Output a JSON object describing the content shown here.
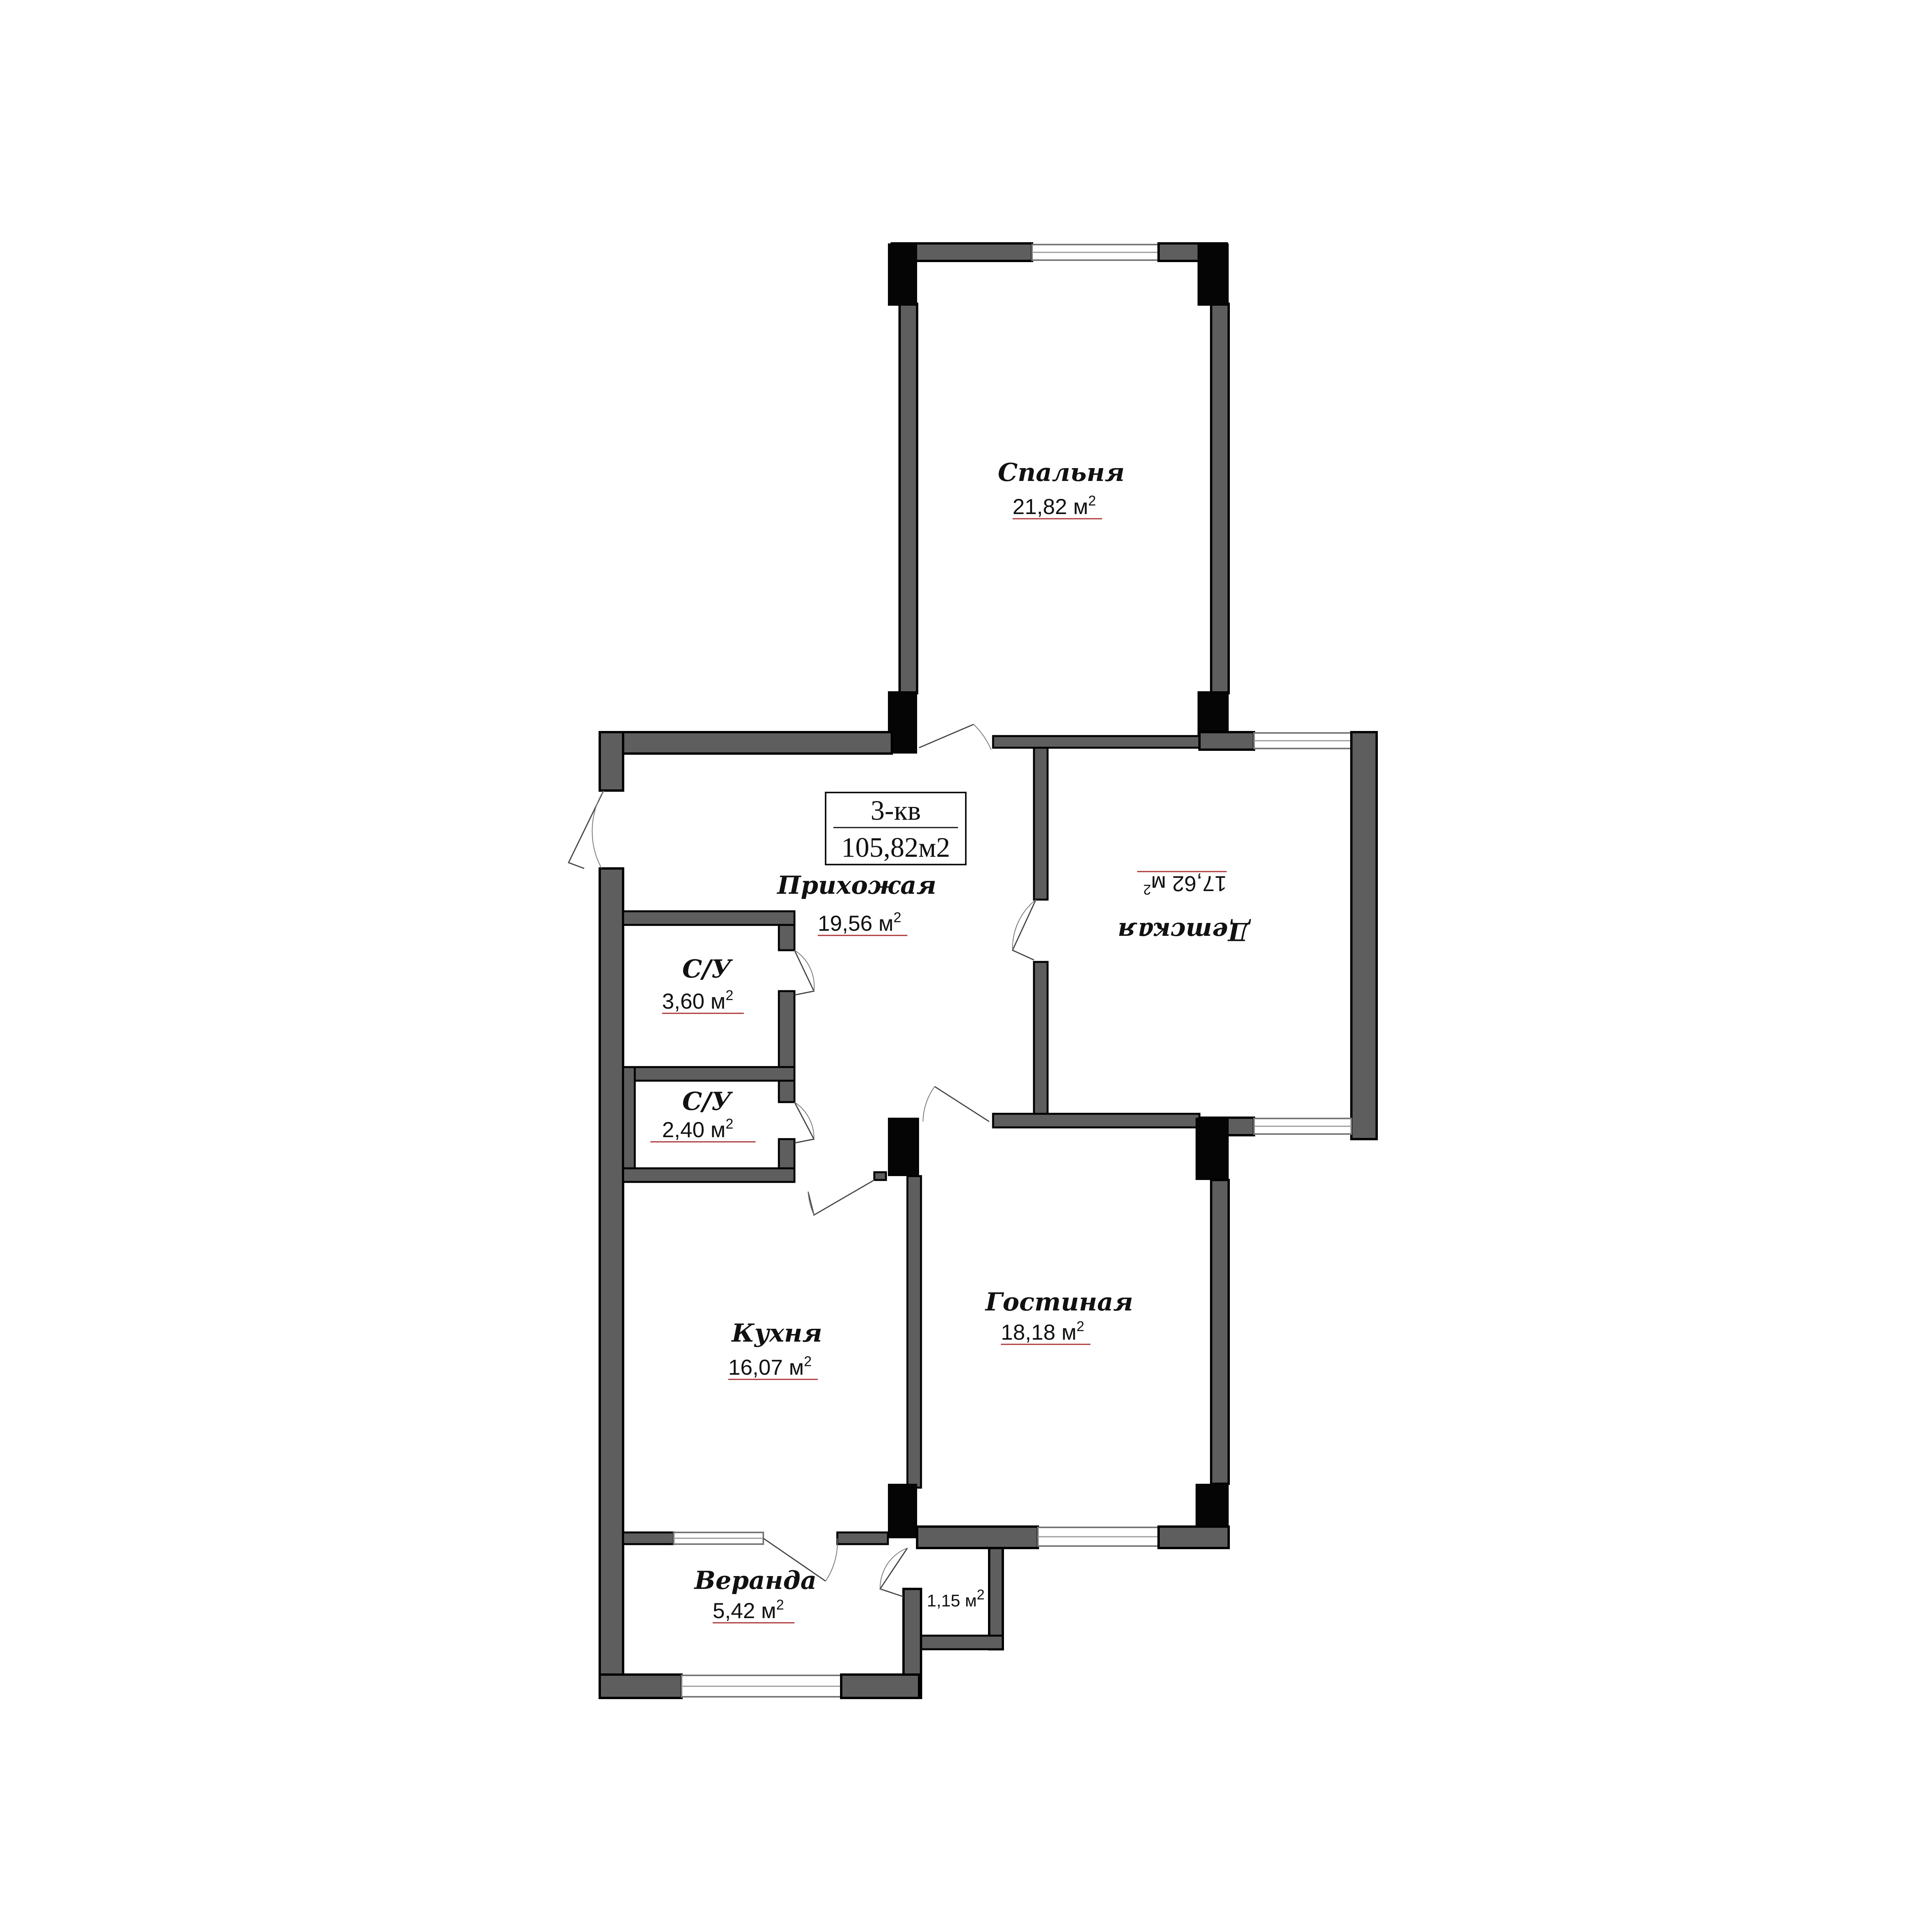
{
  "apartment": {
    "label": "3-кв",
    "area": "105,82м2"
  },
  "rooms": [
    {
      "id": "bedroom",
      "name": "Спальня",
      "area": "21,82 м",
      "sup": "2"
    },
    {
      "id": "hallway",
      "name": "Прихожая",
      "area": "19,56 м",
      "sup": "2"
    },
    {
      "id": "kids",
      "name": "Детская",
      "area": "17,62 м",
      "sup": "2"
    },
    {
      "id": "wc1",
      "name": "С/У",
      "area": "3,60 м",
      "sup": "2"
    },
    {
      "id": "wc2",
      "name": "С/У",
      "area": "2,40 м",
      "sup": "2"
    },
    {
      "id": "kitchen",
      "name": "Кухня",
      "area": "16,07 м",
      "sup": "2"
    },
    {
      "id": "living",
      "name": "Гостиная",
      "area": "18,18 м",
      "sup": "2"
    },
    {
      "id": "veranda",
      "name": "Веранда",
      "area": "5,42 м",
      "sup": "2"
    },
    {
      "id": "closet",
      "name": "",
      "area": "1,15 м",
      "sup": "2"
    }
  ],
  "colors": {
    "wall": "#5e5e5e",
    "pillar": "#050505",
    "text": "#111111"
  }
}
